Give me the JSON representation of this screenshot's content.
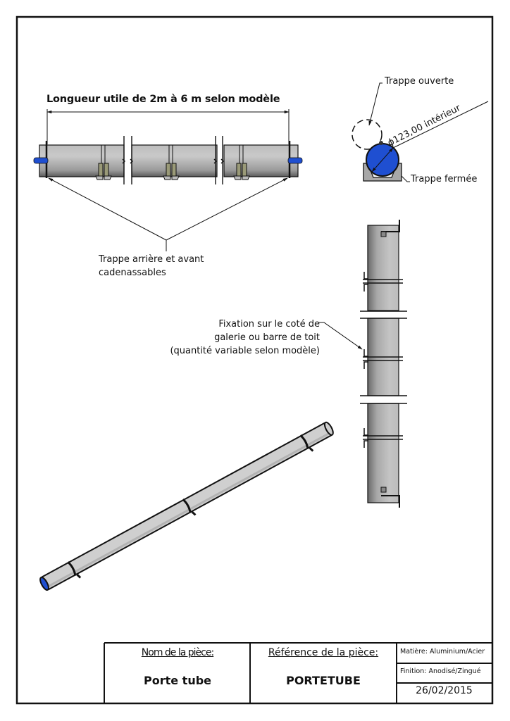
{
  "drawing": {
    "top_view": {
      "dimension_label": "Longueur utile de 2m à 6 m selon modèle",
      "callout": [
        "Trappe arrière et avant",
        "cadenassables"
      ]
    },
    "section_view": {
      "open_label": "Trappe ouverte",
      "closed_label": "Trappe fermée",
      "diameter_label": "ϕ123,00  intérieur"
    },
    "side_view": {
      "callout": [
        "Fixation sur le coté de",
        "galerie ou barre de toit",
        "(quantité variable selon modèle)"
      ]
    },
    "colors": {
      "tube_light": "#d2d2d2",
      "tube_dark": "#6e6e6e",
      "cap_blue": "#1f4fd1",
      "line": "#111111"
    }
  },
  "title_block": {
    "name_header": "Nom de la pièce:",
    "name_value": "Porte tube",
    "ref_header": "Référence de la pièce:",
    "ref_value": "PORTETUBE",
    "material": "Matière: Aluminium/Acier",
    "finish": "Finition: Anodisé/Zingué",
    "date": "26/02/2015"
  }
}
